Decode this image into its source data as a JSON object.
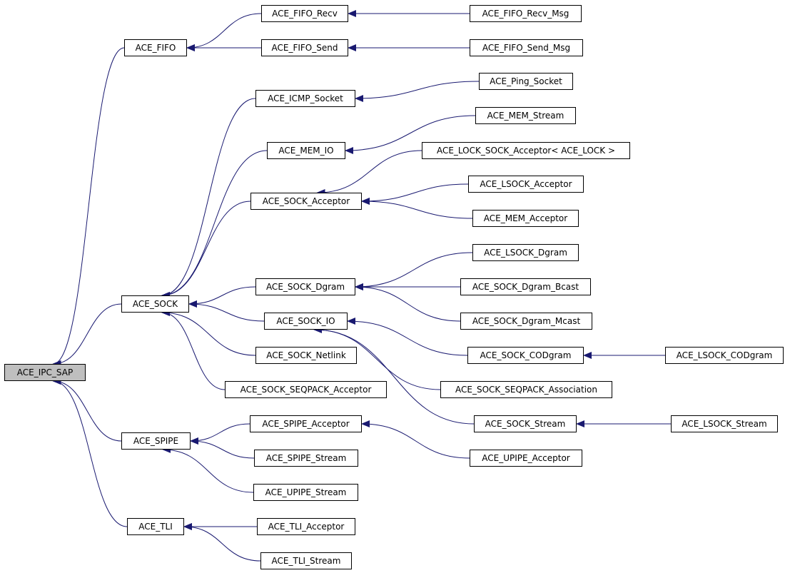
{
  "graph": {
    "edge_color": "#191970",
    "root_fill": "#bfbfbf",
    "nodes": {
      "ipc_sap": "ACE_IPC_SAP",
      "fifo": "ACE_FIFO",
      "fifo_recv": "ACE_FIFO_Recv",
      "fifo_recv_msg": "ACE_FIFO_Recv_Msg",
      "fifo_send": "ACE_FIFO_Send",
      "fifo_send_msg": "ACE_FIFO_Send_Msg",
      "icmp_socket": "ACE_ICMP_Socket",
      "ping_socket": "ACE_Ping_Socket",
      "mem_io": "ACE_MEM_IO",
      "mem_stream": "ACE_MEM_Stream",
      "lock_sock_acceptor": "ACE_LOCK_SOCK_Acceptor< ACE_LOCK >",
      "sock_acceptor": "ACE_SOCK_Acceptor",
      "lsock_acceptor": "ACE_LSOCK_Acceptor",
      "mem_acceptor": "ACE_MEM_Acceptor",
      "lsock_dgram": "ACE_LSOCK_Dgram",
      "sock_dgram": "ACE_SOCK_Dgram",
      "sock_dgram_bcast": "ACE_SOCK_Dgram_Bcast",
      "sock": "ACE_SOCK",
      "sock_io": "ACE_SOCK_IO",
      "sock_dgram_mcast": "ACE_SOCK_Dgram_Mcast",
      "sock_codgram": "ACE_SOCK_CODgram",
      "lsock_codgram": "ACE_LSOCK_CODgram",
      "sock_netlink": "ACE_SOCK_Netlink",
      "sock_seqpack_acceptor": "ACE_SOCK_SEQPACK_Acceptor",
      "sock_seqpack_association": "ACE_SOCK_SEQPACK_Association",
      "spipe_acceptor": "ACE_SPIPE_Acceptor",
      "sock_stream": "ACE_SOCK_Stream",
      "lsock_stream": "ACE_LSOCK_Stream",
      "spipe": "ACE_SPIPE",
      "spipe_stream": "ACE_SPIPE_Stream",
      "upipe_acceptor": "ACE_UPIPE_Acceptor",
      "upipe_stream": "ACE_UPIPE_Stream",
      "tli": "ACE_TLI",
      "tli_acceptor": "ACE_TLI_Acceptor",
      "tli_stream": "ACE_TLI_Stream"
    },
    "edges": [
      [
        "ipc_sap",
        "fifo"
      ],
      [
        "ipc_sap",
        "sock"
      ],
      [
        "ipc_sap",
        "spipe"
      ],
      [
        "ipc_sap",
        "tli"
      ],
      [
        "fifo",
        "fifo_recv"
      ],
      [
        "fifo",
        "fifo_send"
      ],
      [
        "fifo_recv",
        "fifo_recv_msg"
      ],
      [
        "fifo_send",
        "fifo_send_msg"
      ],
      [
        "sock",
        "icmp_socket"
      ],
      [
        "sock",
        "mem_io"
      ],
      [
        "sock",
        "sock_acceptor"
      ],
      [
        "sock",
        "sock_dgram"
      ],
      [
        "sock",
        "sock_io"
      ],
      [
        "sock",
        "sock_netlink"
      ],
      [
        "sock",
        "sock_seqpack_acceptor"
      ],
      [
        "icmp_socket",
        "ping_socket"
      ],
      [
        "mem_io",
        "mem_stream"
      ],
      [
        "sock_acceptor",
        "lock_sock_acceptor"
      ],
      [
        "sock_acceptor",
        "lsock_acceptor"
      ],
      [
        "sock_acceptor",
        "mem_acceptor"
      ],
      [
        "sock_dgram",
        "lsock_dgram"
      ],
      [
        "sock_dgram",
        "sock_dgram_bcast"
      ],
      [
        "sock_dgram",
        "sock_dgram_mcast"
      ],
      [
        "sock_io",
        "sock_codgram"
      ],
      [
        "sock_io",
        "sock_seqpack_association"
      ],
      [
        "sock_io",
        "sock_stream"
      ],
      [
        "sock_codgram",
        "lsock_codgram"
      ],
      [
        "sock_stream",
        "lsock_stream"
      ],
      [
        "spipe",
        "spipe_acceptor"
      ],
      [
        "spipe",
        "spipe_stream"
      ],
      [
        "spipe",
        "upipe_stream"
      ],
      [
        "spipe_acceptor",
        "upipe_acceptor"
      ],
      [
        "tli",
        "tli_acceptor"
      ],
      [
        "tli",
        "tli_stream"
      ]
    ]
  }
}
